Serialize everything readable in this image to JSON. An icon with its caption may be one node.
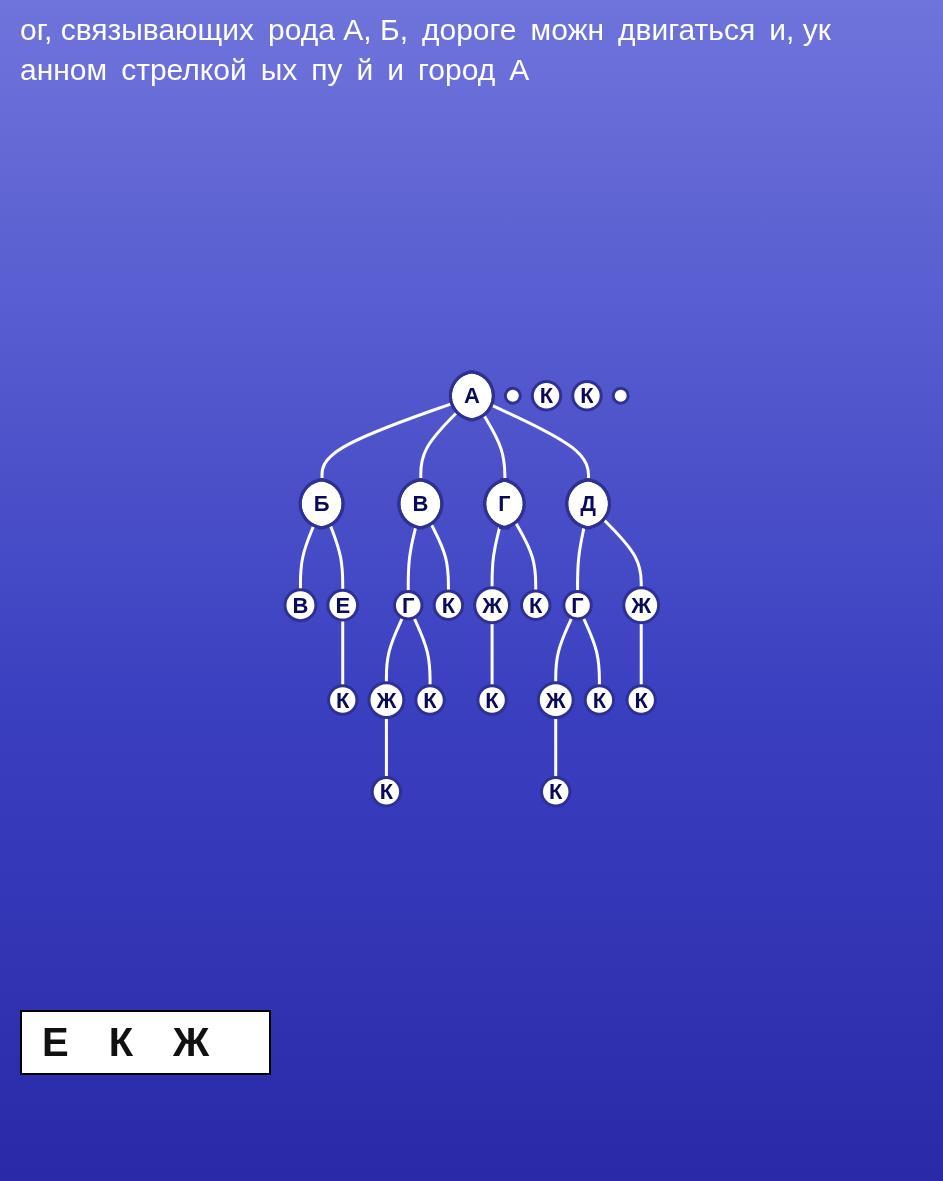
{
  "diagram": {
    "nodes": [
      {
        "text": [
          "А"
        ]
      },
      {
        "text": [
          "Б"
        ]
      },
      {
        "text": [
          "В"
        ]
      },
      {
        "text": [
          "Г"
        ]
      },
      {
        "text": [
          "Д"
        ]
      },
      {
        "text": [
          "В"
        ]
      },
      {
        "text": [
          "Е"
        ]
      },
      {
        "text": [
          "Г"
        ]
      },
      {
        "text": [
          "К"
        ]
      },
      {
        "text": [
          "Ж"
        ]
      },
      {
        "text": [
          "К"
        ]
      },
      {
        "text": [
          "Г"
        ]
      },
      {
        "text": [
          "Ж"
        ]
      },
      {
        "text": [],
        "shape": "circle"
      },
      {
        "text": [
          "К"
        ]
      },
      {
        "text": [
          "К"
        ]
      },
      {
        "text": [
          "Ж"
        ]
      },
      {
        "text": [
          "К"
        ]
      },
      {
        "text": [
          "К"
        ]
      },
      {
        "text": [
          "Ж"
        ]
      },
      {
        "text": [
          "К"
        ]
      },
      {
        "text": [
          "К"
        ]
      },
      {
        "text": [
          "К"
        ]
      },
      {
        "text": [
          "К"
        ]
      },
      {
        "text": [
          "К"
        ]
      },
      {
        "text": [],
        "shape": "circle"
      }
    ],
    "edges": [
      {
        "from": 0,
        "to": 1,
        "arrow": "none"
      },
      {
        "from": 0,
        "to": 2,
        "arrow": "none"
      },
      {
        "from": 0,
        "to": 3,
        "arrow": "none"
      },
      {
        "from": 0,
        "to": 4,
        "arrow": "none"
      },
      {
        "from": 1,
        "to": 5,
        "arrow": "none"
      },
      {
        "from": 1,
        "to": 6,
        "arrow": "none"
      },
      {
        "from": 2,
        "to": 7,
        "arrow": "none"
      },
      {
        "from": 2,
        "to": 8,
        "arrow": "none"
      },
      {
        "from": 3,
        "to": 9,
        "arrow": "none"
      },
      {
        "from": 3,
        "to": 10,
        "arrow": "none"
      },
      {
        "from": 4,
        "to": 11,
        "arrow": "none"
      },
      {
        "from": 4,
        "to": 12,
        "arrow": "none"
      },
      {
        "from": 6,
        "to": 15,
        "arrow": "none"
      },
      {
        "from": 7,
        "to": 16,
        "arrow": "none"
      },
      {
        "from": 7,
        "to": 17,
        "arrow": "none"
      },
      {
        "from": 9,
        "to": 18,
        "arrow": "none"
      },
      {
        "from": 11,
        "to": 19,
        "arrow": "none"
      },
      {
        "from": 11,
        "to": 20,
        "arrow": "none"
      },
      {
        "from": 12,
        "to": 21,
        "arrow": "none"
      },
      {
        "from": 16,
        "to": 23,
        "arrow": "none"
      },
      {
        "from": 19,
        "to": 24,
        "arrow": "none"
      }
    ],
    "labels": [
      "ог, связывающих",
      "рода А, Б,",
      "дороге",
      "можн",
      "двигаться",
      "и, ук",
      "анном",
      "стрелкой",
      "ых",
      "пу",
      "й",
      "и",
      "город",
      "А",
      "Е",
      "К",
      "Ж"
    ]
  }
}
